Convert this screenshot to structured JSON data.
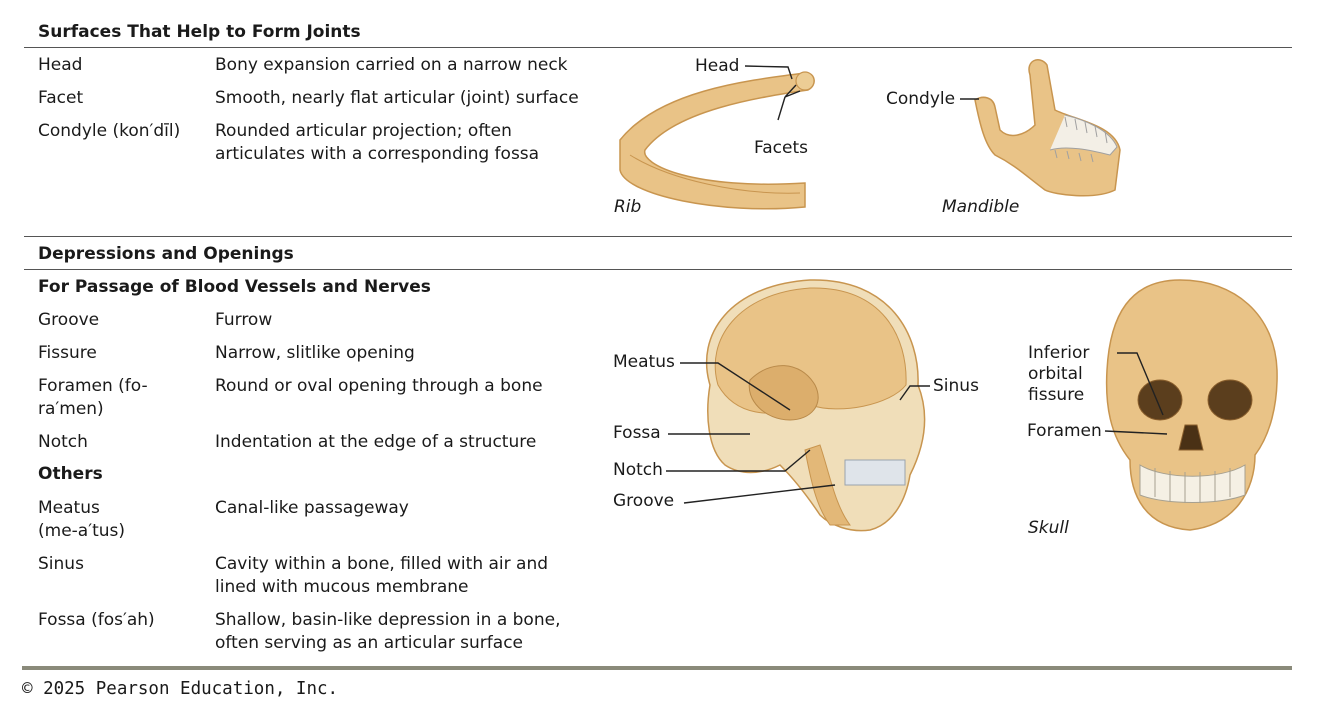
{
  "section1": {
    "heading": "Surfaces That Help to Form Joints",
    "rows": [
      {
        "term": "Head",
        "desc": "Bony expansion carried on a narrow neck"
      },
      {
        "term": "Facet",
        "desc": "Smooth, nearly flat articular (joint) surface"
      },
      {
        "term": "Condyle (kon′dīl)",
        "desc": "Rounded articular projection; often articulates with a corresponding fossa"
      }
    ]
  },
  "section2": {
    "heading": "Depressions and Openings",
    "subheading1": "For Passage of Blood Vessels and Nerves",
    "rows1": [
      {
        "term": "Groove",
        "desc": "Furrow"
      },
      {
        "term": "Fissure",
        "desc": "Narrow, slitlike opening"
      },
      {
        "term": "Foramen (fo-ra′men)",
        "desc": "Round or oval opening through a bone"
      },
      {
        "term": "Notch",
        "desc": "Indentation at the edge of a structure"
      }
    ],
    "subheading2": "Others",
    "rows2": [
      {
        "term": "Meatus (me-a′tus)",
        "desc": "Canal-like passageway"
      },
      {
        "term": "Sinus",
        "desc": "Cavity within a bone, filled with air and lined with mucous membrane"
      },
      {
        "term": "Fossa (fos′ah)",
        "desc": "Shallow, basin-like depression in a bone, often serving as an articular surface"
      }
    ]
  },
  "figures": {
    "rib": {
      "caption": "Rib",
      "label_head": "Head",
      "label_facets": "Facets"
    },
    "mandible": {
      "caption": "Mandible",
      "label_condyle": "Condyle"
    },
    "skull_lateral": {
      "label_meatus": "Meatus",
      "label_fossa": "Fossa",
      "label_notch": "Notch",
      "label_groove": "Groove",
      "label_sinus": "Sinus"
    },
    "skull_front": {
      "caption": "Skull",
      "label_fissure_1": "Inferior",
      "label_fissure_2": "orbital",
      "label_fissure_3": "fissure",
      "label_foramen": "Foramen"
    }
  },
  "colors": {
    "bone": "#e9c387",
    "bone_dark": "#c8954f",
    "rule": "#555555",
    "footer_rule": "#8a8a7a"
  },
  "footer": "© 2025 Pearson Education, Inc."
}
